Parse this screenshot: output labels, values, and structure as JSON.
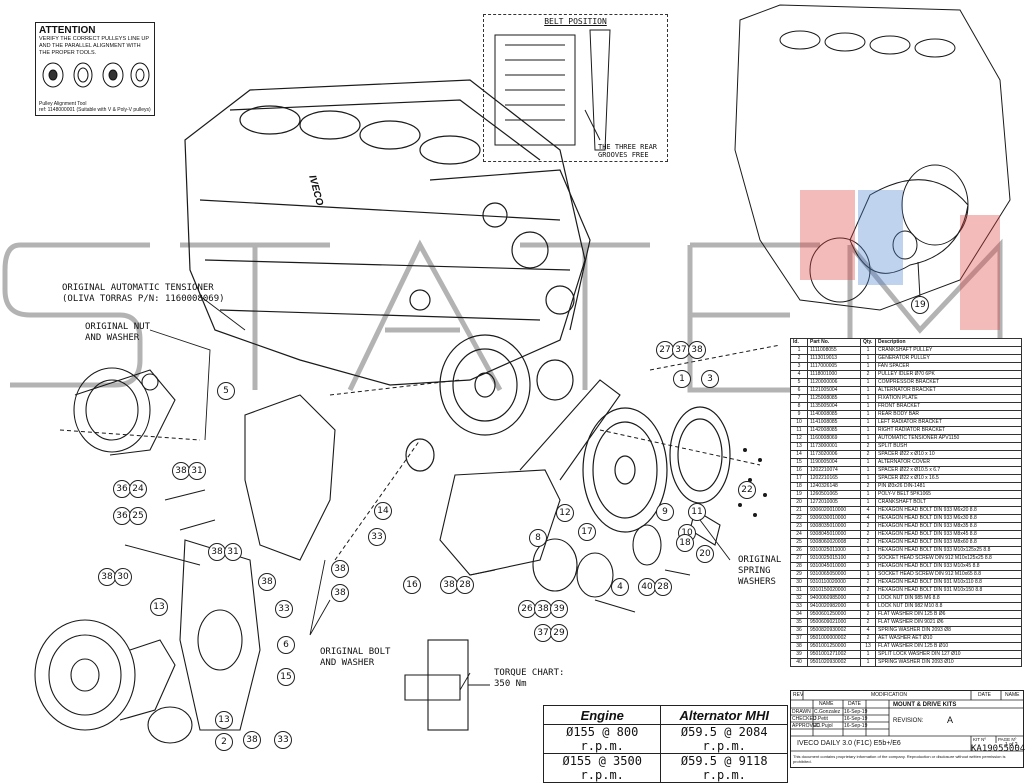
{
  "attention": {
    "title": "ATTENTION",
    "body": "VERIFY THE CORRECT PULLEYS LINE UP AND THE PARALLEL ALIGNMENT WITH THE PROPER TOOLS.",
    "tool_caption": "Pulley Alignment Tool",
    "tool_ref": "ref: 1148000001 (Suitable with V & Poly-V pulleys)"
  },
  "belt_position": {
    "title": "BELT POSITION",
    "note": "THE THREE REAR\nGROOVES FREE"
  },
  "notes": {
    "tensioner": "ORIGINAL AUTOMATIC TENSIONER\n(OLIVA TORRAS P/N: 1160008069)",
    "nut": "ORIGINAL NUT\nAND WASHER",
    "bolt": "ORIGINAL BOLT\nAND WASHER",
    "spring": "ORIGINAL\nSPRING\nWASHERS",
    "torque": "TORQUE CHART:\n350 Nm",
    "engine_brand": "IVECO"
  },
  "callouts": [
    {
      "label": "1"
    },
    {
      "label": "3"
    },
    {
      "label": "27"
    },
    {
      "label": "37"
    },
    {
      "label": "38"
    },
    {
      "label": "5"
    },
    {
      "label": "38"
    },
    {
      "label": "31"
    },
    {
      "label": "36"
    },
    {
      "label": "24"
    },
    {
      "label": "36"
    },
    {
      "label": "25"
    },
    {
      "label": "38"
    },
    {
      "label": "31"
    },
    {
      "label": "38"
    },
    {
      "label": "30"
    },
    {
      "label": "13"
    },
    {
      "label": "38"
    },
    {
      "label": "33"
    },
    {
      "label": "6"
    },
    {
      "label": "15"
    },
    {
      "label": "13"
    },
    {
      "label": "2"
    },
    {
      "label": "38"
    },
    {
      "label": "33"
    },
    {
      "label": "14"
    },
    {
      "label": "33"
    },
    {
      "label": "38"
    },
    {
      "label": "38"
    },
    {
      "label": "16"
    },
    {
      "label": "38"
    },
    {
      "label": "28"
    },
    {
      "label": "8"
    },
    {
      "label": "12"
    },
    {
      "label": "17"
    },
    {
      "label": "9"
    },
    {
      "label": "10"
    },
    {
      "label": "11"
    },
    {
      "label": "18"
    },
    {
      "label": "20"
    },
    {
      "label": "40"
    },
    {
      "label": "28"
    },
    {
      "label": "4"
    },
    {
      "label": "26"
    },
    {
      "label": "38"
    },
    {
      "label": "39"
    },
    {
      "label": "37"
    },
    {
      "label": "29"
    },
    {
      "label": "22"
    },
    {
      "label": "19"
    }
  ],
  "parts_table": {
    "headers": [
      "Id.",
      "Part No.",
      "Qty.",
      "Description"
    ],
    "rows": [
      [
        "1",
        "1111008055",
        "1",
        "CRANKSHAFT PULLEY"
      ],
      [
        "2",
        "1113019013",
        "1",
        "GENERATOR PULLEY"
      ],
      [
        "3",
        "1117000005",
        "1",
        "FAN SPACER"
      ],
      [
        "4",
        "1118001000",
        "2",
        "PULLEY IDLER Ø70 6PK"
      ],
      [
        "5",
        "1120000006",
        "1",
        "COMPRESSOR BRACKET"
      ],
      [
        "6",
        "1121005004",
        "1",
        "ALTERNATOR BRACKET"
      ],
      [
        "7",
        "1125008085",
        "1",
        "FIXATION PLATE"
      ],
      [
        "8",
        "1135005004",
        "1",
        "FRONT BRACKET"
      ],
      [
        "9",
        "1140008085",
        "1",
        "REAR BODY BAR"
      ],
      [
        "10",
        "1141008085",
        "1",
        "LEFT RADIATOR BRACKET"
      ],
      [
        "11",
        "1142008085",
        "1",
        "RIGHT RADIATOR BRACKET"
      ],
      [
        "12",
        "1160008069",
        "1",
        "AUTOMATIC TENSIONER APV1150"
      ],
      [
        "13",
        "1173000001",
        "2",
        "SPLIT BUSH"
      ],
      [
        "14",
        "1173020006",
        "2",
        "SPACER Ø22 x Ø10 x 10"
      ],
      [
        "15",
        "1190005004",
        "1",
        "ALTERNATOR COVER"
      ],
      [
        "16",
        "1202210074",
        "1",
        "SPACER Ø22 x Ø10.5 x 6.7"
      ],
      [
        "17",
        "1202210165",
        "1",
        "SPACER Ø22 x Ø10 x 16.5"
      ],
      [
        "18",
        "1240326148",
        "2",
        "PIN Ø3x26 DIN-1481"
      ],
      [
        "19",
        "1260501065",
        "1",
        "POLY-V BELT 5PK1065"
      ],
      [
        "20",
        "1272010005",
        "1",
        "CRANKSHAFT BOLT"
      ],
      [
        "21",
        "9306020010000",
        "4",
        "HEXAGON HEAD BOLT DIN 933 M6x20 8.8"
      ],
      [
        "22",
        "9306030010000",
        "4",
        "HEXAGON HEAD BOLT DIN 933 M6x30 8.8"
      ],
      [
        "23",
        "9308035010000",
        "2",
        "HEXAGON HEAD BOLT DIN 933 M8x35 8.8"
      ],
      [
        "24",
        "9308045010000",
        "2",
        "HEXAGON HEAD BOLT DIN 933 M8x45 8.8"
      ],
      [
        "25",
        "9308060020008",
        "2",
        "HEXAGON HEAD BOLT DIN 933 M8x60 8.8"
      ],
      [
        "26",
        "9310025011000",
        "1",
        "HEXAGON HEAD BOLT DIN 933 M10x125x25 8.8"
      ],
      [
        "27",
        "9310025015100",
        "2",
        "SOCKET HEAD SCREW DIN 912 M10x125x25 8.8"
      ],
      [
        "28",
        "9310045010000",
        "3",
        "HEXAGON HEAD BOLT DIN 933 M10x45 8.8"
      ],
      [
        "29",
        "9310065050000",
        "1",
        "SOCKET HEAD SCREW DIN 912 M10x65 8.8"
      ],
      [
        "30",
        "9310110020000",
        "2",
        "HEXAGON HEAD BOLT DIN 931 M10x110 8.8"
      ],
      [
        "31",
        "9310150020000",
        "2",
        "HEXAGON HEAD BOLT DIN 931 M10x150 8.8"
      ],
      [
        "32",
        "9400060985000",
        "2",
        "LOCK NUT DIN 985 M6 8.8"
      ],
      [
        "33",
        "9410020982000",
        "6",
        "LOCK NUT DIN 982 M10 8.8"
      ],
      [
        "34",
        "9500601250000",
        "2",
        "FLAT WASHER DIN 125 B Ø6"
      ],
      [
        "35",
        "9500609021000",
        "2",
        "FLAT WASHER DIN 9021 Ø6"
      ],
      [
        "36",
        "9500820930002",
        "4",
        "SPRING WASHER DIN 2093 Ø8"
      ],
      [
        "37",
        "9501000000002",
        "2",
        "AET WASHER AET Ø10"
      ],
      [
        "38",
        "9501001250000",
        "13",
        "FLAT WASHER DIN 125 B Ø10"
      ],
      [
        "39",
        "9501001271002",
        "1",
        "SPLIT LOCK WASHER DIN 127 Ø10"
      ],
      [
        "40",
        "9501020930002",
        "1",
        "SPRING WASHER DIN 2093 Ø10"
      ]
    ]
  },
  "speed_table": {
    "headers": [
      "Engine",
      "Alternator MHI"
    ],
    "rows": [
      [
        "Ø155 @ 800 r.p.m.",
        "Ø59.5 @ 2084 r.p.m."
      ],
      [
        "Ø155 @ 3500 r.p.m.",
        "Ø59.5 @ 9118 r.p.m."
      ]
    ]
  },
  "title_block": {
    "rev": "REV",
    "modification": "MODIFICATION",
    "date": "DATE",
    "name": "NAME",
    "drawn": "DRAWN",
    "checked": "CHECKED",
    "approved": "APPROVED",
    "drawn_name": "C.Gonzalez",
    "checked_name": "J.Petit",
    "approved_name": "JC.Pujol",
    "drawn_date": "16-Sep-19",
    "checked_date": "16-Sep-19",
    "approved_date": "16-Sep-19",
    "category": "MOUNT & DRIVE KITS",
    "revision_label": "REVISION:",
    "revision": "A",
    "kit_label": "KIT Nº",
    "page_label": "PAGE Nº",
    "page": "1 of 2",
    "kit_no": "KA19055004",
    "description": "IVECO DAILY 3.0 (F1C) E5b+/E6",
    "footer": "This document contains proprietary information of the company. Reproduction or disclosure without written permission is prohibited."
  },
  "colors": {
    "line": "#1a1a1a",
    "watermark": "#9a9a9a",
    "highlight_red": "#e04040",
    "highlight_blue": "#4a7fd0"
  }
}
